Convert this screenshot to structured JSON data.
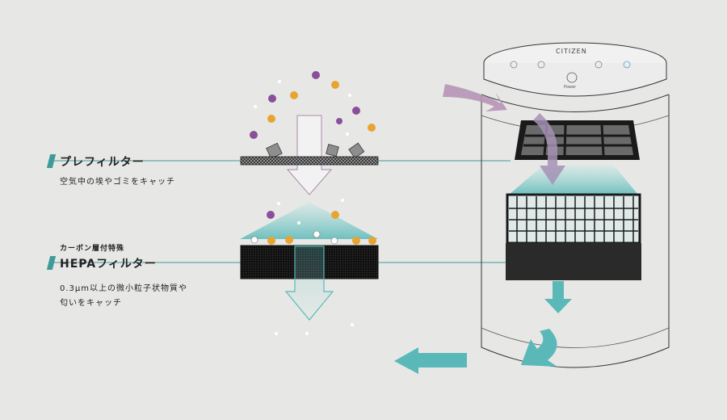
{
  "prefilter": {
    "title": "プレフィルター",
    "description": "空気中の埃やゴミをキャッチ"
  },
  "hepa": {
    "pre_label": "カーボン層付特殊",
    "title": "HEPAフィルター",
    "description_lines": [
      "0.3μm以上の微小粒子状物質や",
      "匂いをキャッチ"
    ]
  },
  "device": {
    "brand": "CITIZEN",
    "power_label": "Power"
  },
  "colors": {
    "accent": "#3f9a9a",
    "airflow_in": "#b693b6",
    "airflow_out": "#5ab9b8",
    "pollen": "#e8a431",
    "virus": "#8a4f9b",
    "filter_dark": "#1b1b1b",
    "background": "#e7e8e6"
  },
  "icons": {
    "virus": "virus-icon",
    "pollen": "pollen-icon",
    "dust": "dust-icon",
    "bacteria": "bacteria-icon"
  }
}
